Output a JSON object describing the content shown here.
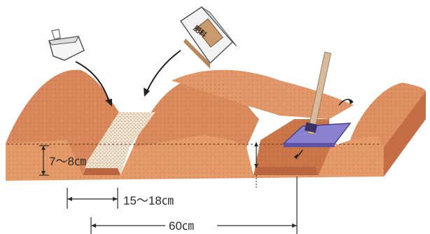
{
  "labels": {
    "furrow_depth": "7～8㎝",
    "furrow_width": "15～18㎝",
    "ridge_spacing": "60㎝"
  },
  "package_text": "肥料",
  "colors": {
    "soil_top": "#d98a5c",
    "soil_front": "#e49a6c",
    "soil_dark": "#c56d44",
    "fertilizer": "#f1e6d4",
    "board_purple": "#7a72c4",
    "handle": "#d7b89a",
    "arrow": "#222222"
  },
  "icons": [
    "scoop-icon",
    "fertilizer-bag-icon",
    "hoe-tool-icon"
  ]
}
